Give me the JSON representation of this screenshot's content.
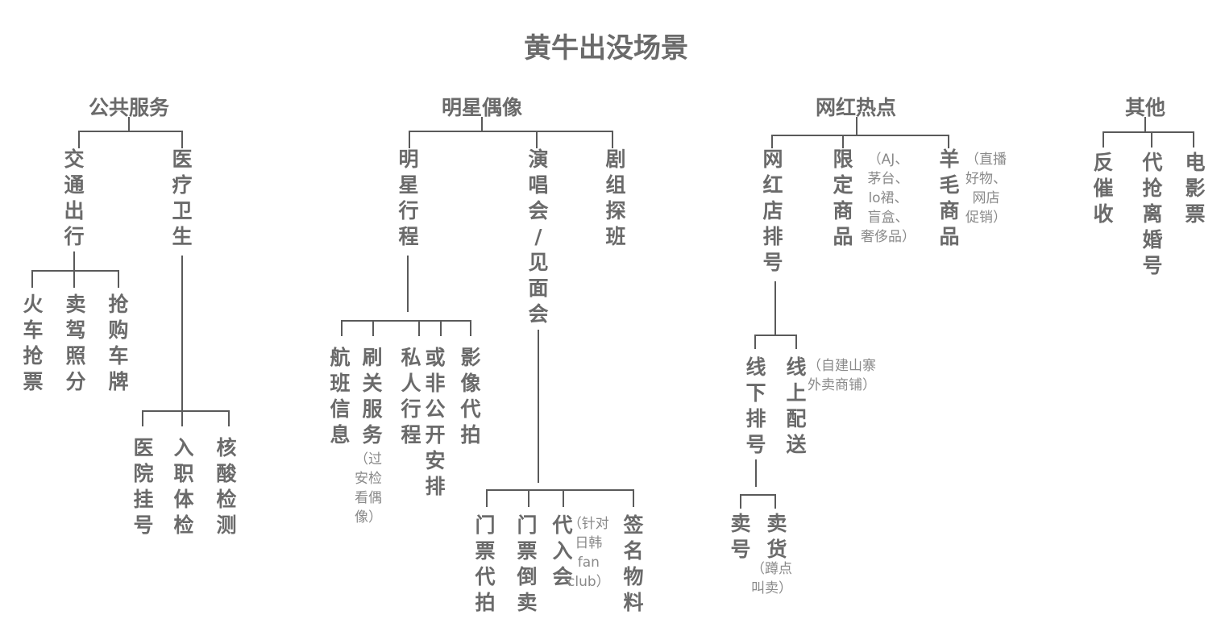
{
  "title": "黄牛出没场景",
  "categories": {
    "public": {
      "label": "公共服务",
      "transport": {
        "label": "交\n通\n出\n行",
        "items": [
          "火\n车\n抢\n票",
          "卖\n驾\n照\n分",
          "抢\n购\n车\n牌"
        ]
      },
      "medical": {
        "label": "医\n疗\n卫\n生",
        "items": [
          "医\n院\n挂\n号",
          "入\n职\n体\n检",
          "核\n酸\n检\n测"
        ]
      }
    },
    "celebrity": {
      "label": "明星偶像",
      "schedule": {
        "label": "明\n星\n行\n程",
        "items": [
          "航\n班\n信\n息",
          "刷\n关\n服\n务",
          "私\n人\n行\n程",
          "或\n非\n公\n开\n安\n排",
          "影\n像\n代\n拍"
        ],
        "note": "（过\n安检\n看偶\n像）"
      },
      "concert": {
        "label": "演\n唱\n会\n/\n见\n面\n会",
        "items": [
          "门\n票\n代\n拍",
          "门\n票\n倒\n卖",
          "代\n入\n会",
          "签\n名\n物\n料"
        ],
        "note": "（针对\n日韩\nfan\nclub）"
      },
      "crew": {
        "label": "剧\n组\n探\n班"
      }
    },
    "influencer": {
      "label": "网红热点",
      "queue": {
        "label": "网\n红\n店\n排\n号",
        "offline": {
          "label": "线\n下\n排\n号",
          "items": [
            "卖\n号",
            "卖\n货"
          ],
          "note": "（蹲点\n叫卖）"
        },
        "online": {
          "label": "线\n上\n配\n送",
          "note": "（自建山寨\n外卖商铺）"
        }
      },
      "limited": {
        "label": "限\n定\n商\n品",
        "note": "（AJ、\n茅台、\nlo裙、\n盲盒、\n奢侈品）"
      },
      "wool": {
        "label": "羊\n毛\n商\n品",
        "note": "（直播\n好物、\n网店\n促销）"
      }
    },
    "other": {
      "label": "其他",
      "items": [
        "反\n催\n收",
        "代\n抢\n离\n婚\n号",
        "电\n影\n票"
      ]
    }
  }
}
